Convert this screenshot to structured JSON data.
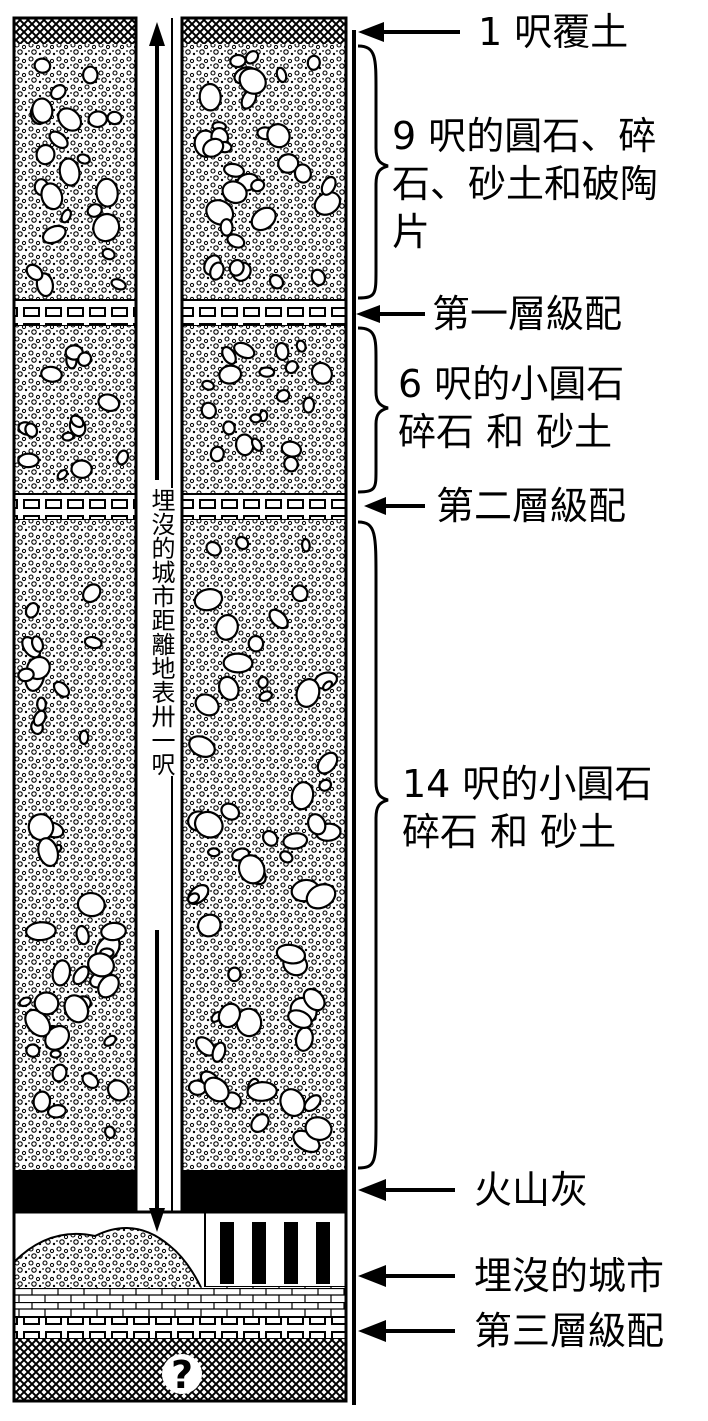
{
  "labels": {
    "cover_soil": "1 呎覆土",
    "layer1_desc": [
      "9 呎的圓石、碎",
      "石、砂土和破陶",
      "片"
    ],
    "grading1": "第一層級配",
    "layer2_desc": [
      "6 呎的小圓石",
      "碎石 和 砂土"
    ],
    "grading2": "第二層級配",
    "layer3_desc": [
      "14 呎的小圓石",
      "碎石 和 砂土"
    ],
    "volcanic_ash": "火山灰",
    "buried_city": "埋沒的城市",
    "grading3": "第三層級配",
    "depth_text": "埋沒的城市距離地表卅一呎",
    "unknown_mark": "?"
  }
}
